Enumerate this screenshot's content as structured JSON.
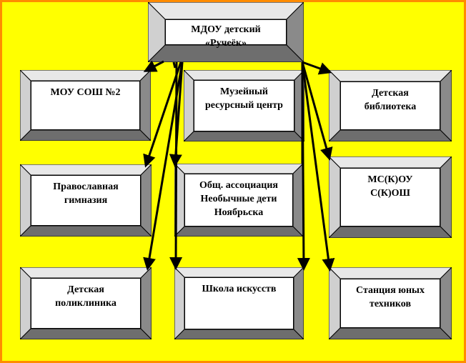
{
  "diagram": {
    "root": {
      "id": "root",
      "lines": [
        "МДОУ детский",
        "«Ручеёк»"
      ]
    },
    "nodes": [
      {
        "id": "n1",
        "lines": [
          "МОУ СОШ №2"
        ]
      },
      {
        "id": "n2",
        "lines": [
          "Музейный",
          "ресурсный центр"
        ]
      },
      {
        "id": "n3",
        "lines": [
          "Детская",
          "библиотека"
        ]
      },
      {
        "id": "n4",
        "lines": [
          "Православная",
          "гимназия"
        ]
      },
      {
        "id": "n5",
        "lines": [
          "Общ. ассоциация",
          "Необычные дети",
          "Ноябрьска"
        ]
      },
      {
        "id": "n6",
        "lines": [
          "МС(К)ОУ",
          "С(К)ОШ"
        ]
      },
      {
        "id": "n7",
        "lines": [
          "Детская",
          "поликлиника"
        ]
      },
      {
        "id": "n8",
        "lines": [
          "Школа искусств"
        ]
      },
      {
        "id": "n9",
        "lines": [
          "Станция юных",
          "техников"
        ]
      }
    ],
    "edges": [
      [
        "root",
        "n1"
      ],
      [
        "root",
        "n2"
      ],
      [
        "root",
        "n3"
      ],
      [
        "root",
        "n4"
      ],
      [
        "root",
        "n5"
      ],
      [
        "root",
        "n6"
      ],
      [
        "root",
        "n7"
      ],
      [
        "root",
        "n8"
      ],
      [
        "root",
        "n9"
      ]
    ],
    "colors": {
      "background": "#ffff00",
      "border": "#ff8c00",
      "box": "#ffffff",
      "line": "#000000"
    }
  }
}
